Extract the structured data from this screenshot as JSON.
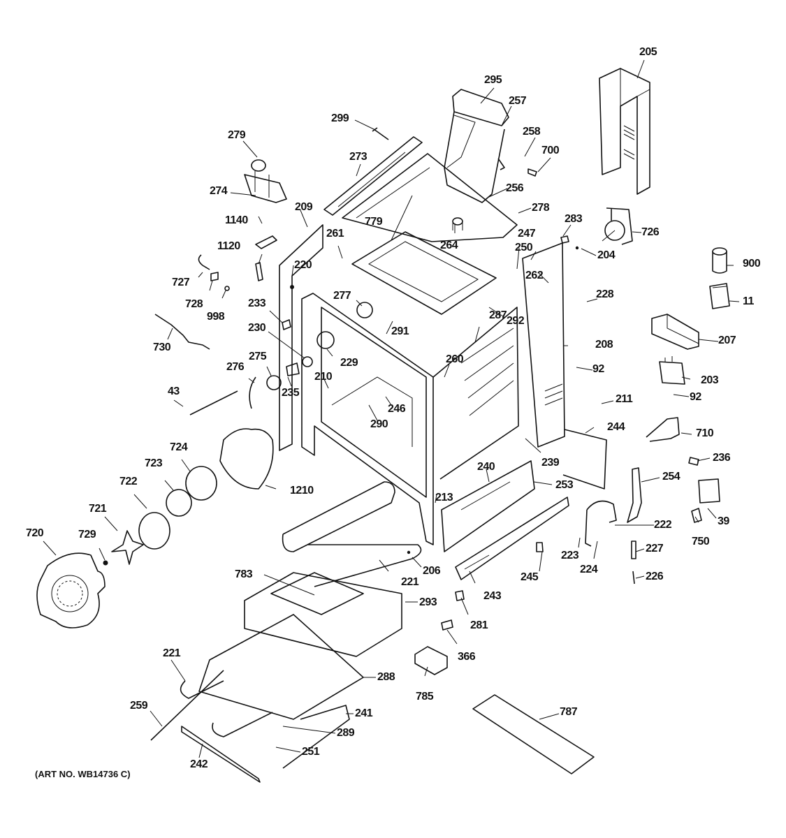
{
  "diagram": {
    "type": "exploded-parts-diagram",
    "subject": "Range oven body assembly",
    "art_number": "(ART NO. WB14736 C)",
    "labels": {
      "p205": "205",
      "p295": "295",
      "p257": "257",
      "p299": "299",
      "p258": "258",
      "p700": "700",
      "p279": "279",
      "p273": "273",
      "p274": "274",
      "p256": "256",
      "p278": "278",
      "p209": "209",
      "p779": "779",
      "p1140": "1140",
      "p264": "264",
      "p283": "283",
      "p726": "726",
      "p261": "261",
      "p247": "247",
      "p1120": "1120",
      "p250": "250",
      "p204": "204",
      "p900": "900",
      "p220": "220",
      "p727": "727",
      "p262": "262",
      "p728": "728",
      "p998": "998",
      "p228": "228",
      "p11": "11",
      "p277": "277",
      "p233": "233",
      "p292": "292",
      "p291": "291",
      "p230": "230",
      "p287": "287",
      "p208": "208",
      "p207": "207",
      "p730": "730",
      "p229": "229",
      "p275": "275",
      "p260": "260",
      "p92a": "92",
      "p276": "276",
      "p210": "210",
      "p203": "203",
      "p235": "235",
      "p246": "246",
      "p92b": "92",
      "p43": "43",
      "p211": "211",
      "p290": "290",
      "p244": "244",
      "p710": "710",
      "p239": "239",
      "p724": "724",
      "p236": "236",
      "p240": "240",
      "p723": "723",
      "p253": "253",
      "p254": "254",
      "p1210": "1210",
      "p722": "722",
      "p213": "213",
      "p721": "721",
      "p222": "222",
      "p39": "39",
      "p720": "720",
      "p729": "729",
      "p750": "750",
      "p227": "227",
      "p206": "206",
      "p223": "223",
      "p224": "224",
      "p245": "245",
      "p783": "783",
      "p221a": "221",
      "p226": "226",
      "p243": "243",
      "p293": "293",
      "p281": "281",
      "p221b": "221",
      "p366": "366",
      "p288": "288",
      "p785": "785",
      "p259": "259",
      "p787": "787",
      "p241": "241",
      "p289": "289",
      "p251": "251",
      "p242": "242"
    }
  }
}
